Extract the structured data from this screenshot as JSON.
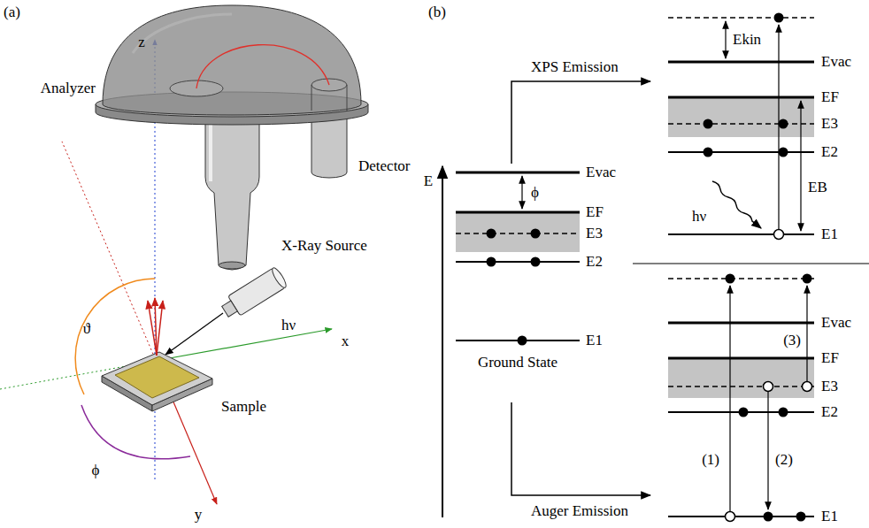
{
  "diagram": {
    "labels": [
      "(a)",
      "z",
      "Analyzer",
      "Detector",
      "X-Ray Source",
      "hν",
      "ϑ",
      "x",
      "Sample",
      "ϕ",
      "y",
      "(b)",
      "XPS Emission",
      "Ekin",
      "Evac",
      "EF",
      "E3",
      "E2",
      "hν",
      "EB",
      "E1",
      "E",
      "Evac",
      "ϕ",
      "EF",
      "E3",
      "E2",
      "E1",
      "Ground State",
      "(3)",
      "Evac",
      "EF",
      "E3",
      "E2",
      "(1)",
      "(2)",
      "E1",
      "Auger Emission"
    ]
  }
}
